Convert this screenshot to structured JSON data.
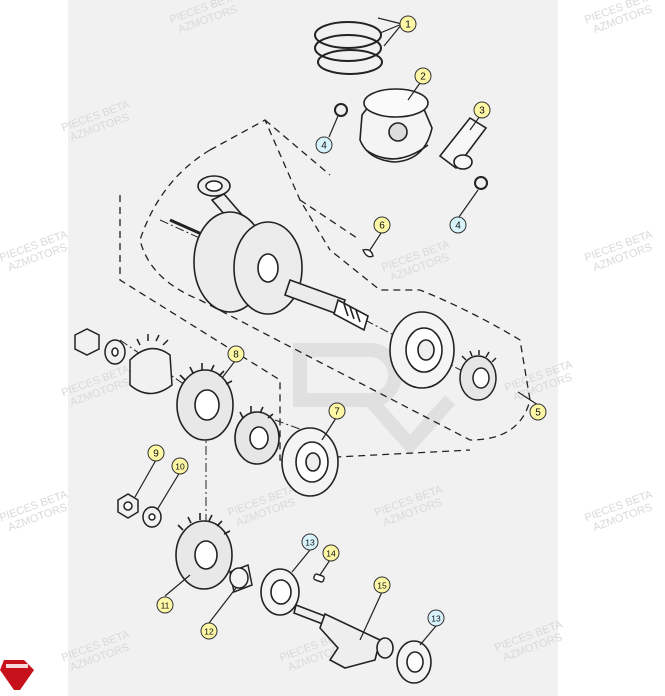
{
  "watermark": {
    "line1": "PIECES BETA",
    "line2": "AZMOTORS"
  },
  "callouts": [
    {
      "label": "1",
      "kind": "yellow"
    },
    {
      "label": "2",
      "kind": "yellow"
    },
    {
      "label": "3",
      "kind": "yellow"
    },
    {
      "label": "4",
      "kind": "blue"
    },
    {
      "label": "4",
      "kind": "blue"
    },
    {
      "label": "5",
      "kind": "yellow"
    },
    {
      "label": "6",
      "kind": "yellow"
    },
    {
      "label": "7",
      "kind": "yellow"
    },
    {
      "label": "8",
      "kind": "yellow"
    },
    {
      "label": "9",
      "kind": "yellow"
    },
    {
      "label": "10",
      "kind": "yellow"
    },
    {
      "label": "11",
      "kind": "yellow"
    },
    {
      "label": "12",
      "kind": "yellow"
    },
    {
      "label": "13",
      "kind": "blue"
    },
    {
      "label": "14",
      "kind": "yellow"
    },
    {
      "label": "15",
      "kind": "yellow"
    },
    {
      "label": "13",
      "kind": "blue"
    }
  ],
  "colors": {
    "yellow": "#fdf7a6",
    "blue": "#d7f3fb",
    "ring": "#333333",
    "line": "#222222",
    "logo": "#c6101a"
  }
}
